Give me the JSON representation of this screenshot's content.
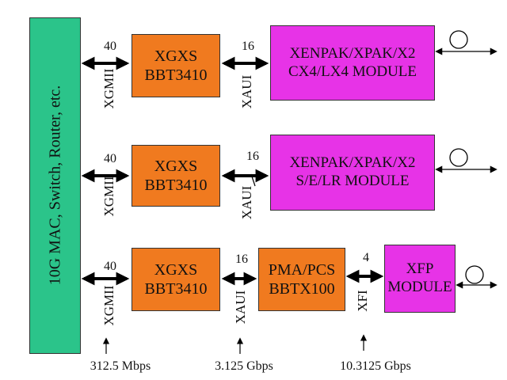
{
  "mac": {
    "label": "10G MAC, Switch, Router, etc."
  },
  "rows": [
    {
      "bus1_width": "40",
      "bus1_label": "XGMII",
      "xgxs": {
        "line1": "XGXS",
        "line2": "BBT3410"
      },
      "bus2_width": "16",
      "bus2_label": "XAUI",
      "module": {
        "line1": "XENPAK/XPAK/X2",
        "line2": "CX4/LX4 MODULE"
      }
    },
    {
      "bus1_width": "40",
      "bus1_label": "XGMII",
      "xgxs": {
        "line1": "XGXS",
        "line2": "BBT3410"
      },
      "bus2_width": "16",
      "bus2_label": "XAUI",
      "module": {
        "line1": "XENPAK/XPAK/X2",
        "line2": "S/E/LR MODULE"
      }
    },
    {
      "bus1_width": "40",
      "bus1_label": "XGMII",
      "xgxs": {
        "line1": "XGXS",
        "line2": "BBT3410"
      },
      "bus2_width": "16",
      "bus2_label": "XAUI",
      "pma": {
        "line1": "PMA/PCS",
        "line2": "BBTX100"
      },
      "bus3_width": "4",
      "bus3_label": "XFI",
      "module": {
        "line1": "XFP",
        "line2": "MODULE"
      }
    }
  ],
  "rates": [
    "312.5 Mbps",
    "3.125 Gbps",
    "10.3125 Gbps"
  ],
  "colors": {
    "mac": "#2bc48a",
    "xgxs": "#f07a1f",
    "module": "#e733e7"
  },
  "icons": [
    "double-arrow-icon",
    "fiber-loop-icon",
    "up-arrow-icon"
  ]
}
